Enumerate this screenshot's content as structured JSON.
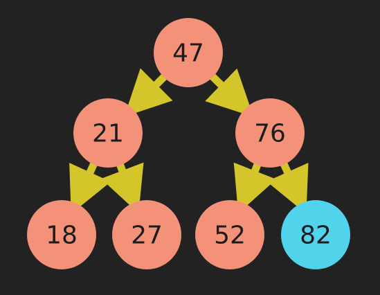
{
  "colors": {
    "background": "#222222",
    "node_default": "#f39279",
    "node_highlight": "#52d3ec",
    "edge": "#d4c62a",
    "label": "#1c1c1c"
  },
  "tree": {
    "nodes": [
      {
        "id": "n47",
        "label": "47",
        "highlight": false
      },
      {
        "id": "n21",
        "label": "21",
        "highlight": false
      },
      {
        "id": "n76",
        "label": "76",
        "highlight": false
      },
      {
        "id": "n18",
        "label": "18",
        "highlight": false
      },
      {
        "id": "n27",
        "label": "27",
        "highlight": false
      },
      {
        "id": "n52",
        "label": "52",
        "highlight": false
      },
      {
        "id": "n82",
        "label": "82",
        "highlight": true
      }
    ],
    "edges": [
      {
        "from": "n47",
        "to": "n21"
      },
      {
        "from": "n47",
        "to": "n76"
      },
      {
        "from": "n21",
        "to": "n18"
      },
      {
        "from": "n21",
        "to": "n27"
      },
      {
        "from": "n76",
        "to": "n52"
      },
      {
        "from": "n76",
        "to": "n82"
      }
    ]
  }
}
